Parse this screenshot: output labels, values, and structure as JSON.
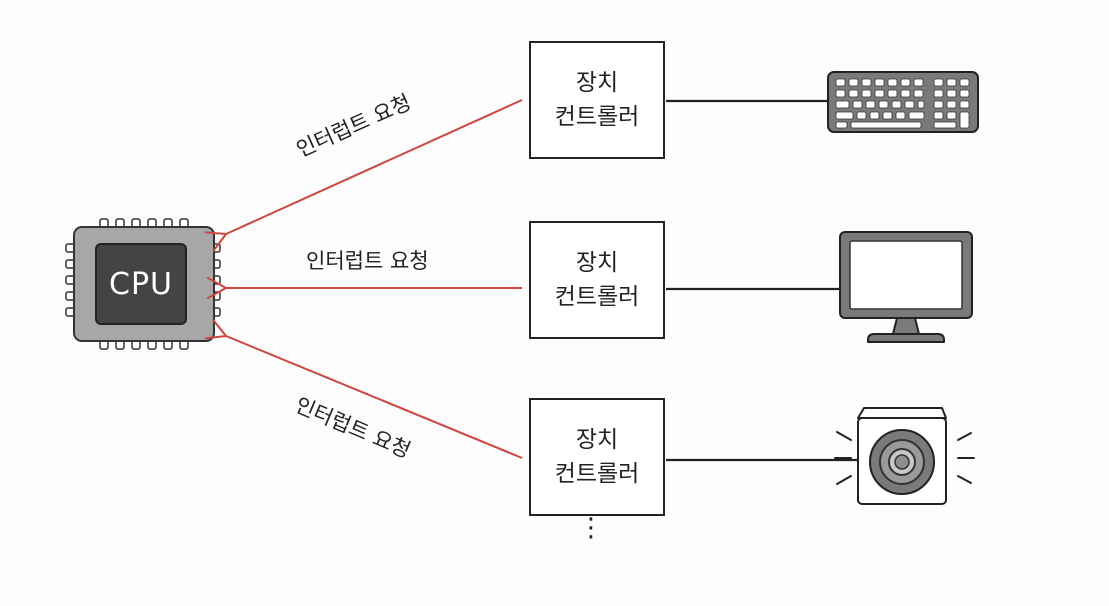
{
  "cpu": {
    "label": "CPU"
  },
  "controllers": [
    {
      "line1": "장치",
      "line2": "컨트롤러",
      "device": "keyboard-icon"
    },
    {
      "line1": "장치",
      "line2": "컨트롤러",
      "device": "monitor-icon"
    },
    {
      "line1": "장치",
      "line2": "컨트롤러",
      "device": "speaker-icon"
    }
  ],
  "edges": [
    {
      "label": "인터럽트 요청"
    },
    {
      "label": "인터럽트 요청"
    },
    {
      "label": "인터럽트 요청"
    }
  ],
  "more_indicator": "⋮",
  "colors": {
    "arrow": "#d0453d",
    "line": "#222222",
    "chip_body": "#a7a7a7",
    "chip_core": "#444444",
    "device_fill": "#7a7a7a"
  }
}
